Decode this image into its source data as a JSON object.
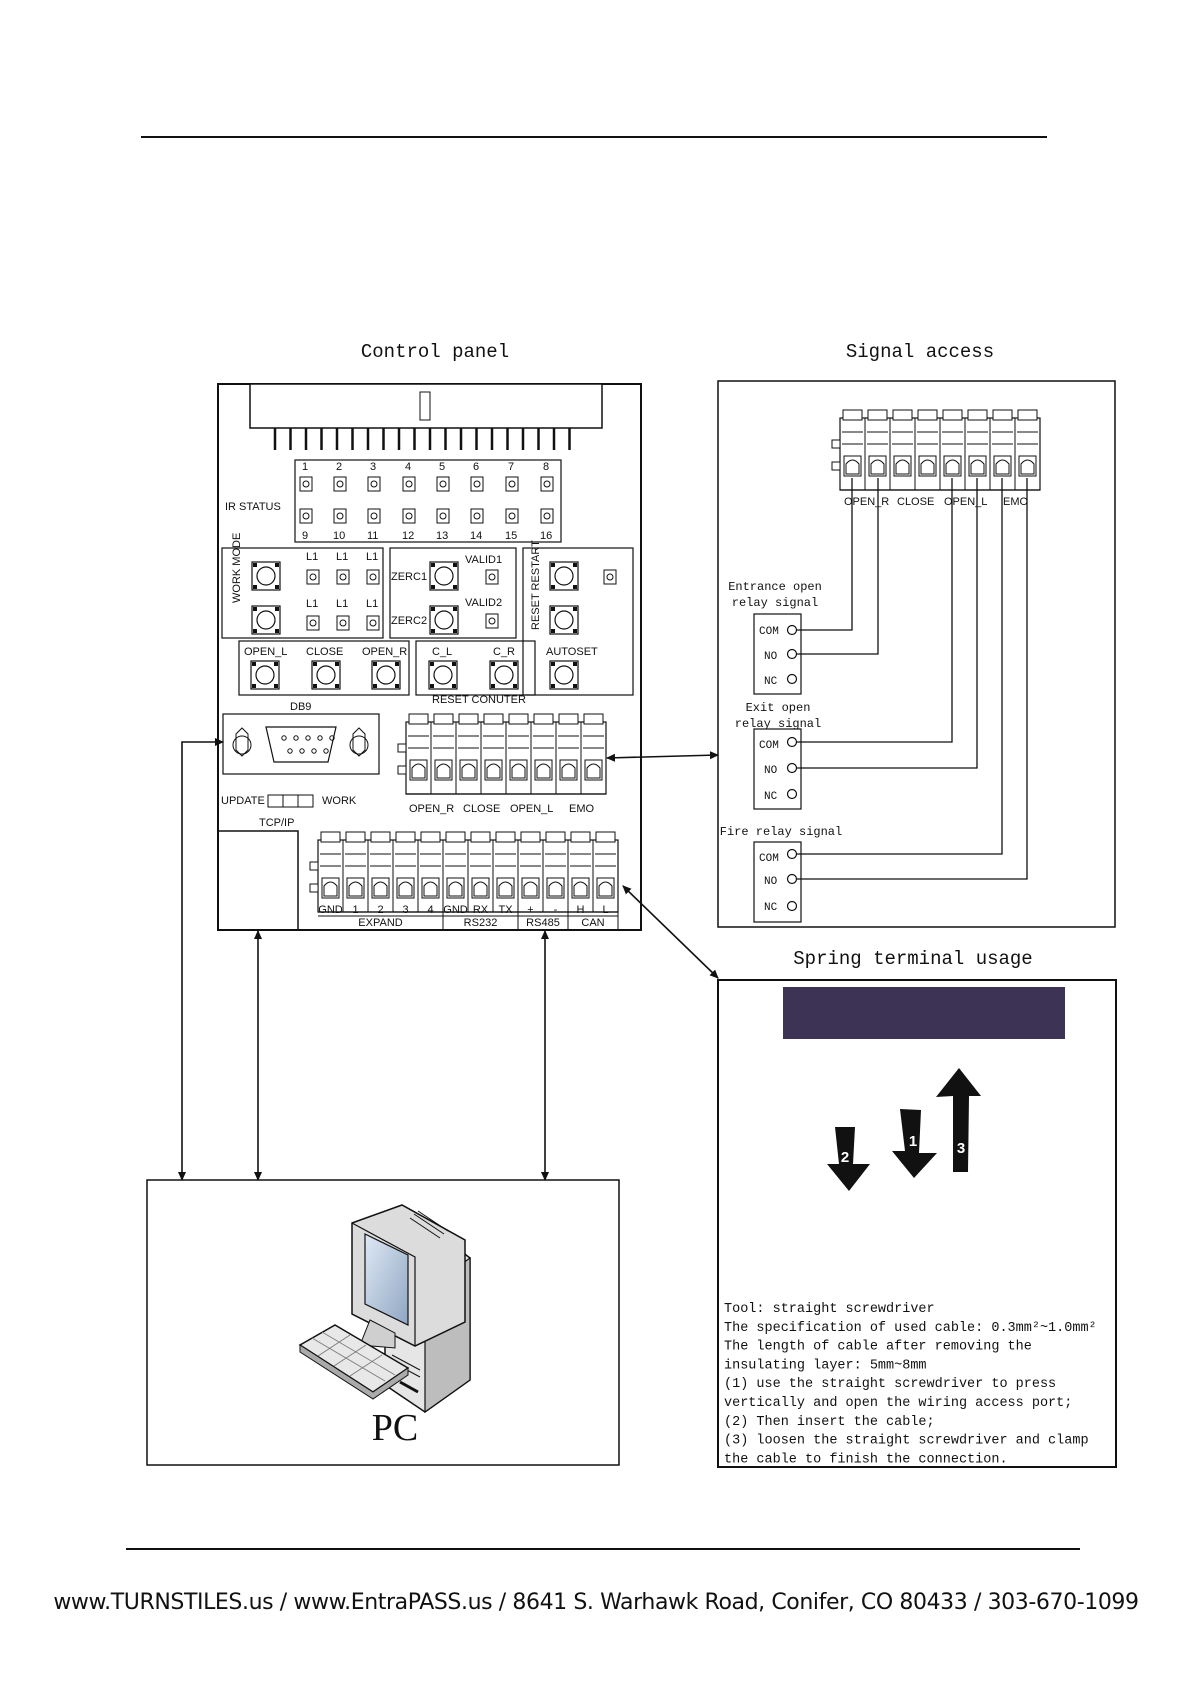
{
  "titles": {
    "control_panel": "Control panel",
    "signal_access": "Signal access",
    "spring_terminal": "Spring terminal usage",
    "pc": "PC"
  },
  "ir_status": {
    "label": "IR STATUS",
    "top": [
      "1",
      "2",
      "3",
      "4",
      "5",
      "6",
      "7",
      "8"
    ],
    "bottom": [
      "9",
      "10",
      "11",
      "12",
      "13",
      "14",
      "15",
      "16"
    ]
  },
  "work_mode": {
    "label": "WORK MODE",
    "l1": [
      "L1",
      "L1",
      "L1",
      "L1",
      "L1",
      "L1"
    ]
  },
  "zero": {
    "zero1": "ZERC1",
    "zero2": "ZERC2",
    "valid1": "VALID1",
    "valid2": "VALID2"
  },
  "reset_restart": "RESET RESTART",
  "buttons": {
    "open_l": "OPEN_L",
    "close": "CLOSE",
    "open_r": "OPEN_R",
    "c_l": "C_L",
    "c_r": "C_R",
    "autoset": "AUTOSET"
  },
  "reset_counter": "RESET CONUTER",
  "db9": "DB9",
  "update": "UPDATE",
  "work": "WORK",
  "tcpip": "TCP/IP",
  "relay_terminal_labels": [
    "OPEN_R",
    "CLOSE",
    "OPEN_L",
    "EMO"
  ],
  "signal_terminal_labels": [
    "OPEN_R",
    "CLOSE",
    "OPEN_L",
    "EMO"
  ],
  "bottom_terminal": {
    "pins": [
      "GND",
      "1",
      "2",
      "3",
      "4",
      "GND",
      "RX",
      "TX",
      "+",
      "-",
      "H",
      "L"
    ],
    "groups": [
      "EXPAND",
      "RS232",
      "RS485",
      "CAN"
    ]
  },
  "relays": [
    {
      "title_line1": "Entrance open",
      "title_line2": "relay signal",
      "pins": [
        "COM",
        "NO",
        "NC"
      ]
    },
    {
      "title_line1": "Exit open",
      "title_line2": "relay signal",
      "pins": [
        "COM",
        "NO",
        "NC"
      ]
    },
    {
      "title_line1": "Fire relay signal",
      "title_line2": "",
      "pins": [
        "COM",
        "NO",
        "NC"
      ]
    }
  ],
  "spring_steps": [
    "2",
    "1",
    "3"
  ],
  "spring_text": [
    "Tool: straight screwdriver",
    "The specification of used cable: 0.3mm²~1.0mm²",
    "The length of cable after removing the",
    "insulating layer: 5mm~8mm",
    " (1) use the straight screwdriver to press",
    "vertically and open the wiring access port;",
    " (2) Then insert the cable;",
    " (3) loosen the straight screwdriver and clamp",
    "the cable to finish the connection."
  ],
  "footer": "www.TURNSTILES.us / www.EntraPASS.us / 8641 S. Warhawk Road, Conifer, CO 80433 / 303-670-1099",
  "colors": {
    "banner": "#3d3455",
    "line": "#111111"
  }
}
